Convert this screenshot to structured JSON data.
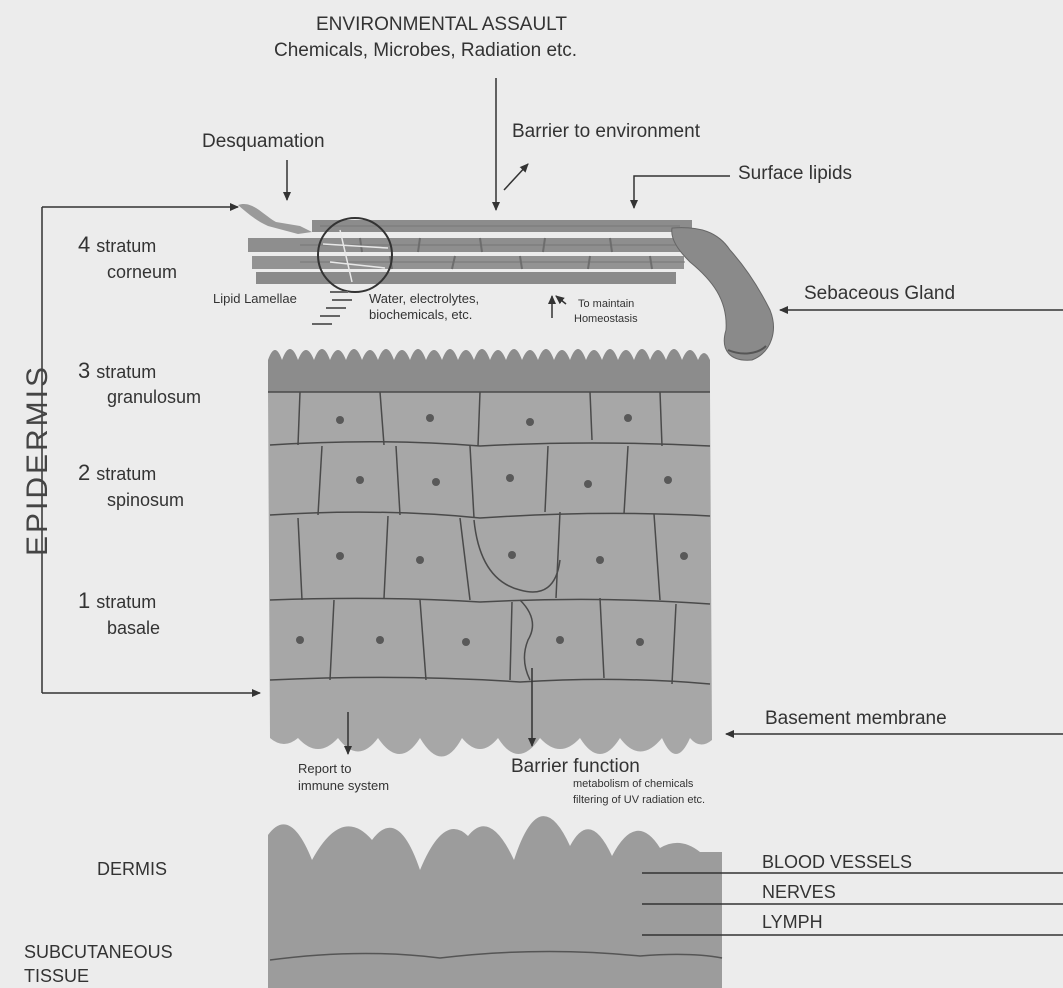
{
  "top": {
    "assault_title": "ENVIRONMENTAL ASSAULT",
    "assault_sub": "Chemicals, Microbes, Radiation etc."
  },
  "labels": {
    "desquamation": "Desquamation",
    "barrier_env": "Barrier to environment",
    "surface_lipids": "Surface lipids",
    "sebaceous_gland": "Sebaceous Gland",
    "lipid_lamellae": "Lipid Lamellae",
    "water": "Water, electrolytes,",
    "biochem": "biochemicals, etc.",
    "maintain1": "To maintain",
    "maintain2": "Homeostasis",
    "basement_membrane": "Basement membrane",
    "report1": "Report to",
    "report2": "immune system",
    "barrier_function": "Barrier function",
    "metab1": "metabolism of chemicals",
    "metab2": "filtering of UV radiation etc.",
    "epidermis": "EPIDERMIS",
    "dermis": "DERMIS",
    "subcut1": "SUBCUTANEOUS",
    "subcut2": "TISSUE",
    "blood_vessels": "BLOOD VESSELS",
    "nerves": "NERVES",
    "lymph": "LYMPH"
  },
  "layers": [
    {
      "num": "4",
      "line1": "stratum",
      "line2": "corneum"
    },
    {
      "num": "3",
      "line1": "stratum",
      "line2": "granulosum"
    },
    {
      "num": "2",
      "line1": "stratum",
      "line2": "spinosum"
    },
    {
      "num": "1",
      "line1": "stratum",
      "line2": "basale"
    }
  ]
}
